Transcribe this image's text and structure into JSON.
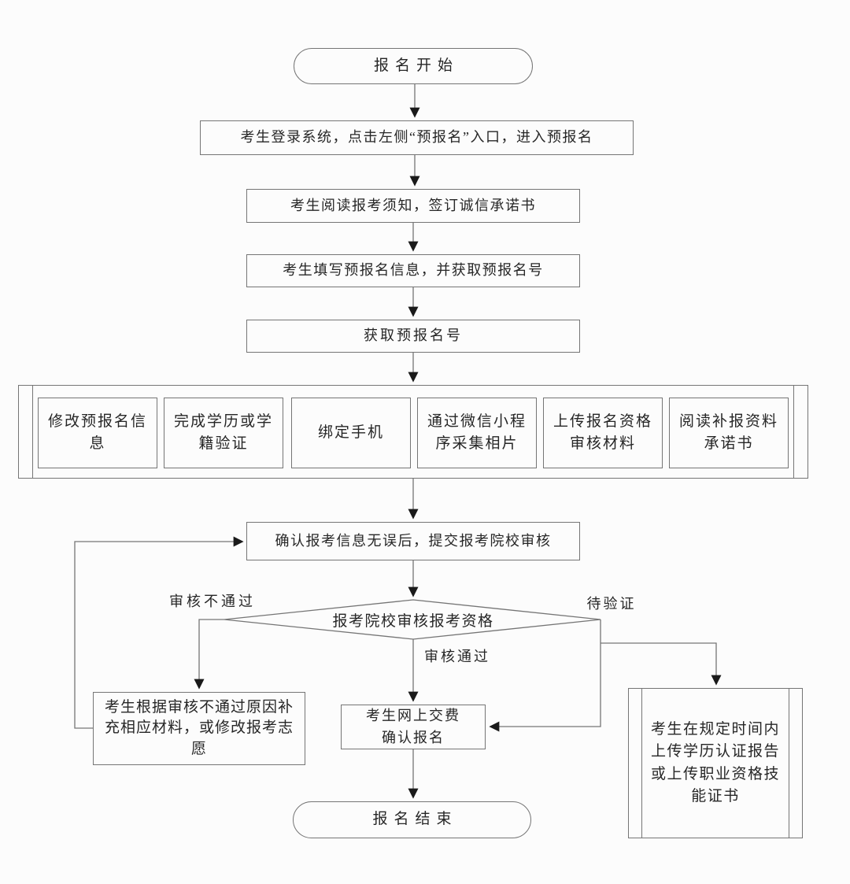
{
  "colors": {
    "background": "#fcfcfc",
    "line": "#757575",
    "arrowhead": "#1a1a1a",
    "text": "#262626"
  },
  "flow": {
    "start": "报名开始",
    "step_login": "考生登录系统，点击左侧“预报名”入口，进入预报名",
    "step_read": "考生阅读报考须知，签订诚信承诺书",
    "step_fill": "考生填写预报名信息，并获取预报名号",
    "step_get_number": "获取预报名号",
    "parallel_tasks": [
      "修改预报名信\n息",
      "完成学历或学\n籍验证",
      "绑定手机",
      "通过微信小程\n序采集相片",
      "上传报名资格\n审核材料",
      "阅读补报资料\n承诺书"
    ],
    "step_confirm": "确认报考信息无误后，提交报考院校审核",
    "decision": "报考院校审核报考资格",
    "label_fail": "审核不通过",
    "label_pass": "审核通过",
    "label_pending": "待验证",
    "step_fail_fix": "考生根据审核不通过原因补\n充相应材料，或修改报考志\n愿",
    "step_pay": "考生网上交费\n确认报名",
    "step_upload": "考生在规定时间内\n上传学历认证报告\n或上传职业资格技\n能证书",
    "end": "报名结束"
  }
}
